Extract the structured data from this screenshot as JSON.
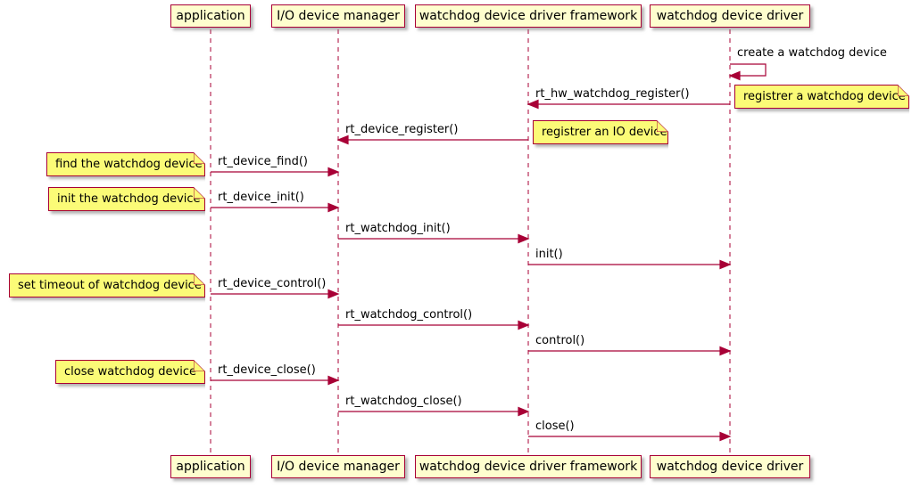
{
  "diagram": {
    "type": "plantuml-sequence",
    "participants": [
      {
        "name": "application"
      },
      {
        "name": "I/O device manager"
      },
      {
        "name": "watchdog device driver framework"
      },
      {
        "name": "watchdog device driver"
      }
    ],
    "messages": [
      {
        "label": "create a watchdog device",
        "from": "watchdog device driver",
        "to": "watchdog device driver",
        "kind": "self"
      },
      {
        "label": "rt_hw_watchdog_register()",
        "from": "watchdog device driver",
        "to": "watchdog device driver framework",
        "kind": "arrow"
      },
      {
        "label": "rt_device_register()",
        "from": "watchdog device driver framework",
        "to": "I/O device manager",
        "kind": "arrow"
      },
      {
        "label": "rt_device_find()",
        "from": "application",
        "to": "I/O device manager",
        "kind": "arrow"
      },
      {
        "label": "rt_device_init()",
        "from": "application",
        "to": "I/O device manager",
        "kind": "arrow"
      },
      {
        "label": "rt_watchdog_init()",
        "from": "I/O device manager",
        "to": "watchdog device driver framework",
        "kind": "arrow"
      },
      {
        "label": "init()",
        "from": "watchdog device driver framework",
        "to": "watchdog device driver",
        "kind": "arrow"
      },
      {
        "label": "rt_device_control()",
        "from": "application",
        "to": "I/O device manager",
        "kind": "arrow"
      },
      {
        "label": "rt_watchdog_control()",
        "from": "I/O device manager",
        "to": "watchdog device driver framework",
        "kind": "arrow"
      },
      {
        "label": "control()",
        "from": "watchdog device driver framework",
        "to": "watchdog device driver",
        "kind": "arrow"
      },
      {
        "label": "rt_device_close()",
        "from": "application",
        "to": "I/O device manager",
        "kind": "arrow"
      },
      {
        "label": "rt_watchdog_close()",
        "from": "I/O device manager",
        "to": "watchdog device driver framework",
        "kind": "arrow"
      },
      {
        "label": "close()",
        "from": "watchdog device driver framework",
        "to": "watchdog device driver",
        "kind": "arrow"
      }
    ],
    "notes": [
      {
        "text": "registrer a watchdog device",
        "position": "right of watchdog device driver"
      },
      {
        "text": "registrer an IO device",
        "position": "right of watchdog device driver framework"
      },
      {
        "text": "find the watchdog device",
        "position": "left of application"
      },
      {
        "text": "init the watchdog device",
        "position": "left of application"
      },
      {
        "text": "set timeout of watchdog device",
        "position": "left of application"
      },
      {
        "text": "close watchdog device",
        "position": "left of application"
      }
    ],
    "colors": {
      "participant_fill": "#FEFECE",
      "note_fill": "#FBFB77",
      "line": "#A80036",
      "text": "#000000",
      "background": "#FFFFFF"
    }
  }
}
